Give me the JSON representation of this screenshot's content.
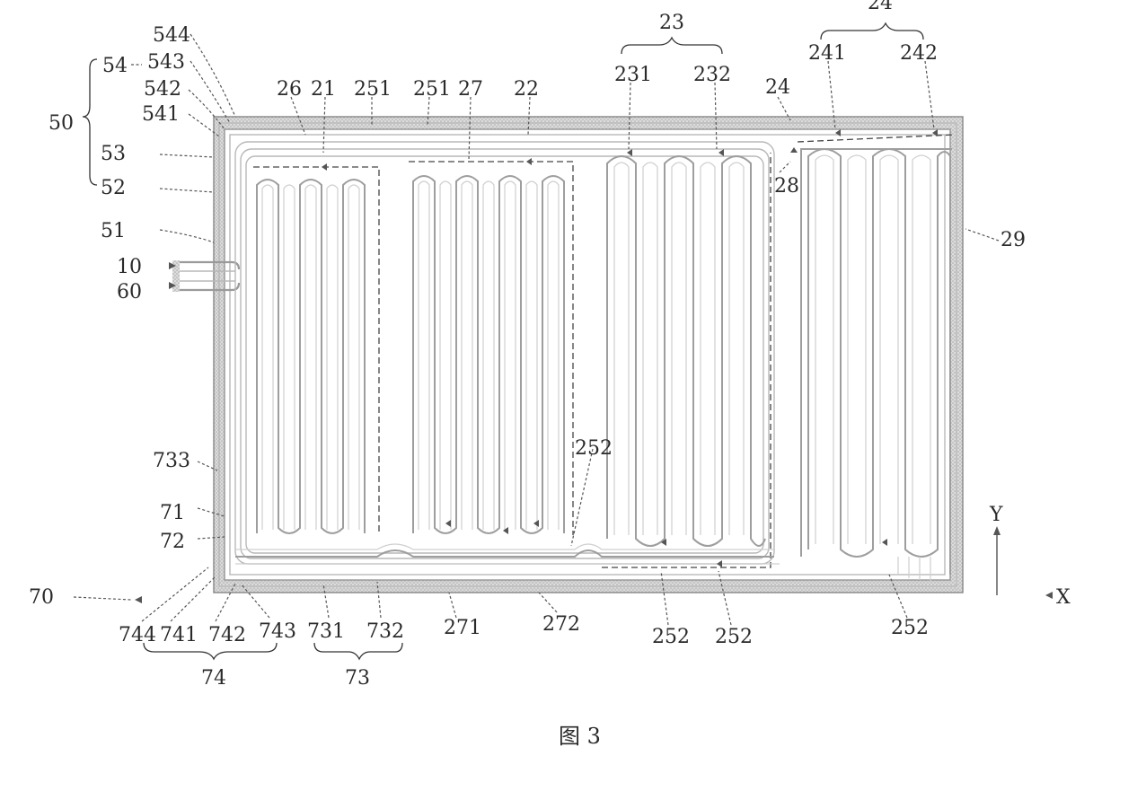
{
  "figure": {
    "caption": "图 3",
    "axis_labels": {
      "x": "X",
      "y": "Y"
    },
    "labels": {
      "l544": "544",
      "l543": "543",
      "l542": "542",
      "l541": "541",
      "l54": "54",
      "l50": "50",
      "l53": "53",
      "l52": "52",
      "l51": "51",
      "l10": "10",
      "l60": "60",
      "l733": "733",
      "l71": "71",
      "l72": "72",
      "l70": "70",
      "l26": "26",
      "l21": "21",
      "l251a": "251",
      "l251b": "251",
      "l27": "27",
      "l22": "22",
      "l23": "23",
      "l231": "231",
      "l232": "232",
      "l24top": "24",
      "l241": "241",
      "l242": "242",
      "l24": "24",
      "l28": "28",
      "l29": "29",
      "l252mid": "252",
      "l744": "744",
      "l741": "741",
      "l742": "742",
      "l743": "743",
      "l731": "731",
      "l732": "732",
      "l271": "271",
      "l272": "272",
      "l252b1": "252",
      "l252b2": "252",
      "l252b3": "252",
      "l74": "74",
      "l73": "73"
    }
  },
  "colors": {
    "line": "#9a9a9a",
    "hatch": "#c9c9c9",
    "text": "#2a2a2a"
  }
}
